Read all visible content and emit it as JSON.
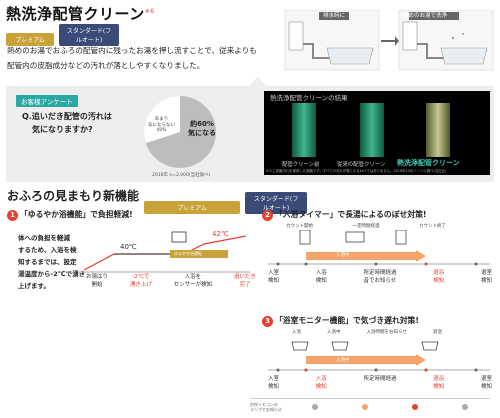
{
  "header": {
    "title": "熱洗浄配管クリーン",
    "title_mark": "※6",
    "badge_premium": "プレミアム",
    "badge_standard": "スタンダード(フルオート)",
    "intro_lines": [
      "熱めのお湯でおふろの配管内に残ったお湯を押し流すことで、従来よりも",
      "配管内の皮脂成分などの汚れが落としやすくなりました。"
    ]
  },
  "diagram": {
    "label_left": "排水時に",
    "label_right": "熱めのお湯で洗浄"
  },
  "survey": {
    "tag": "お客様アンケート",
    "question_lines": [
      "Q.追いだき配管の汚れは",
      "気になりますか?"
    ],
    "pie_small_label": [
      "あまり",
      "気にならない",
      "40%"
    ],
    "pie_big_label": [
      "約60%",
      "気になる"
    ],
    "pie_values": {
      "concerned_pct": 60,
      "not_concerned_pct": 40
    },
    "source": "2016年 n=2,000(当社調べ)"
  },
  "result": {
    "title": "熱洗浄配管クリーンの結果",
    "labels": [
      "配管クリーン前",
      "従来の配管クリーン",
      "熱洗浄配管クリーン"
    ],
    "note": "※人工皮脂汚れを使用した実験です。すべての汚れが落とせるわけではありません。2016年10月ノーリツ調べ(当社比)"
  },
  "watch": {
    "title": "おふろの見まもり新機能",
    "badge_premium": "プレミアム",
    "badge_standard": "スタンダード(フルオート)"
  },
  "sec1": {
    "num": "1",
    "title": "「ゆるやか浴機能」で負担軽減!",
    "desc_lines": [
      "体への負担を軽減",
      "するため、入浴を検",
      "知するまでは、設定",
      "湯温度から-2℃で湧き",
      "上げます。"
    ],
    "temp_low": "40℃",
    "temp_high": "42℃",
    "bar_label": "ゆるやか浴運転",
    "steps": [
      {
        "line1": "お湯はり",
        "line2": "開始",
        "red": false
      },
      {
        "line1": "-2℃で",
        "line2": "湧き上げ",
        "red": true
      },
      {
        "line1": "入浴を",
        "line2": "センサーが検知",
        "red": false
      },
      {
        "line1": "追いだき",
        "line2": "完了",
        "red": true
      }
    ]
  },
  "sec2": {
    "num": "2",
    "title": "「入浴タイマー」で長湯によるのぼせ対策!",
    "icon_labels": [
      "カウント開始",
      "一定時間経過",
      "カウント終了"
    ],
    "bar_label": "入浴中",
    "steps": [
      {
        "line1": "入室",
        "line2": "検知",
        "red": false
      },
      {
        "line1": "入浴",
        "line2": "検知",
        "red": false
      },
      {
        "line1": "所定時間経過",
        "line2": "音でお知らせ",
        "red": false
      },
      {
        "line1": "退浴",
        "line2": "検知",
        "red": true
      },
      {
        "line1": "退室",
        "line2": "検知",
        "red": false
      }
    ]
  },
  "sec3": {
    "num": "3",
    "title": "「浴室モニター機能」で気づき遅れ対策!",
    "icon_labels": [
      "入浴",
      "入浴中",
      "入浴時間をお知らせ",
      "退浴"
    ],
    "bar_label": "入浴中",
    "steps": [
      {
        "line1": "入室",
        "line2": "検知",
        "red": false
      },
      {
        "line1": "入浴",
        "line2": "検知",
        "red": true
      },
      {
        "line1": "所定時間経過",
        "line2": "",
        "red": false
      },
      {
        "line1": "退浴",
        "line2": "検知",
        "red": true
      },
      {
        "line1": "退室",
        "line2": "検知",
        "red": false
      }
    ],
    "legend": "台所リモコンの\nランプでお知らせ"
  }
}
